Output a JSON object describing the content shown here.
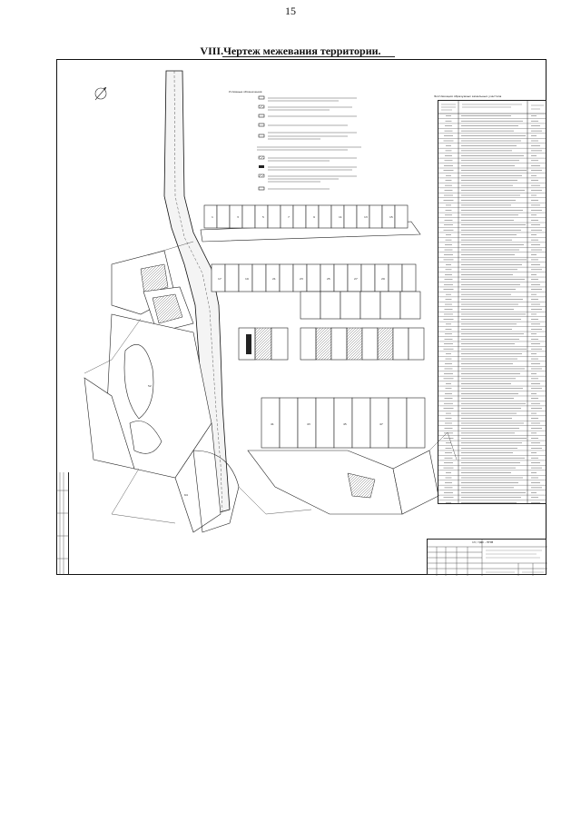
{
  "page": {
    "number": "15",
    "title": "VIII.Чертеж межевания территории."
  },
  "drawing": {
    "legend_heading": "Условные обозначения",
    "table_title": "Экспликация образуемых земельных участков",
    "stamp_code": "13 / 3ДС - ППМ",
    "row_count": 79
  },
  "colors": {
    "ink": "#111111",
    "paper": "#ffffff",
    "hatch": "#555555"
  }
}
